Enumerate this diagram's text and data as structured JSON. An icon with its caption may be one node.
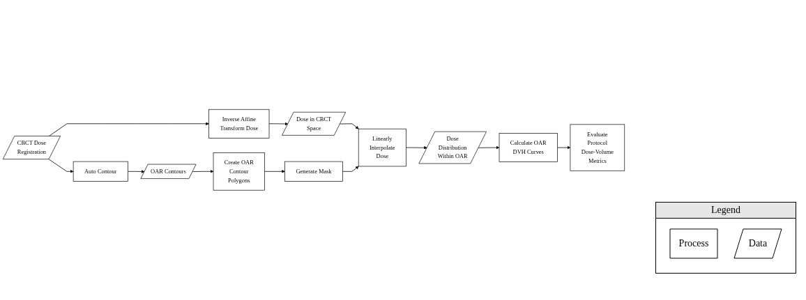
{
  "diagram": {
    "nodes": [
      {
        "text": [
          "CBCT Dose Registration"
        ]
      },
      {
        "text": [
          "Inverse Affine Transform Dose"
        ]
      },
      {
        "text": [
          "Dose in CBCT Space"
        ]
      },
      {
        "text": [
          "Linearly Interpolate Dose"
        ]
      },
      {
        "text": [
          "Dose Distribution Within OAR"
        ]
      },
      {
        "text": [
          "Calculate OAR DVH Curves"
        ]
      },
      {
        "text": [
          "Evaluate Protocol Dose-Volume Metrics"
        ]
      },
      {
        "text": [
          "Auto Contour"
        ]
      },
      {
        "text": [
          "OAR Contours"
        ]
      },
      {
        "text": [
          "Create OAR Contour Polygons"
        ]
      },
      {
        "text": [
          "Generate Mask"
        ]
      }
    ],
    "edges": [
      {
        "from": 0,
        "to": 1,
        "arrow": "to"
      },
      {
        "from": 1,
        "to": 2,
        "arrow": "to"
      },
      {
        "from": 2,
        "to": 3,
        "arrow": "to"
      },
      {
        "from": 3,
        "to": 4,
        "arrow": "to"
      },
      {
        "from": 4,
        "to": 5,
        "arrow": "to"
      },
      {
        "from": 5,
        "to": 6,
        "arrow": "to"
      },
      {
        "from": 0,
        "to": 7,
        "arrow": "to"
      },
      {
        "from": 7,
        "to": 8,
        "arrow": "to"
      },
      {
        "from": 8,
        "to": 9,
        "arrow": "to"
      },
      {
        "from": 9,
        "to": 10,
        "arrow": "to"
      },
      {
        "from": 10,
        "to": 3,
        "arrow": "to"
      }
    ],
    "labels": [
      "Legend"
    ],
    "legend": [
      {
        "text": "Process"
      },
      {
        "text": "Data"
      }
    ]
  }
}
